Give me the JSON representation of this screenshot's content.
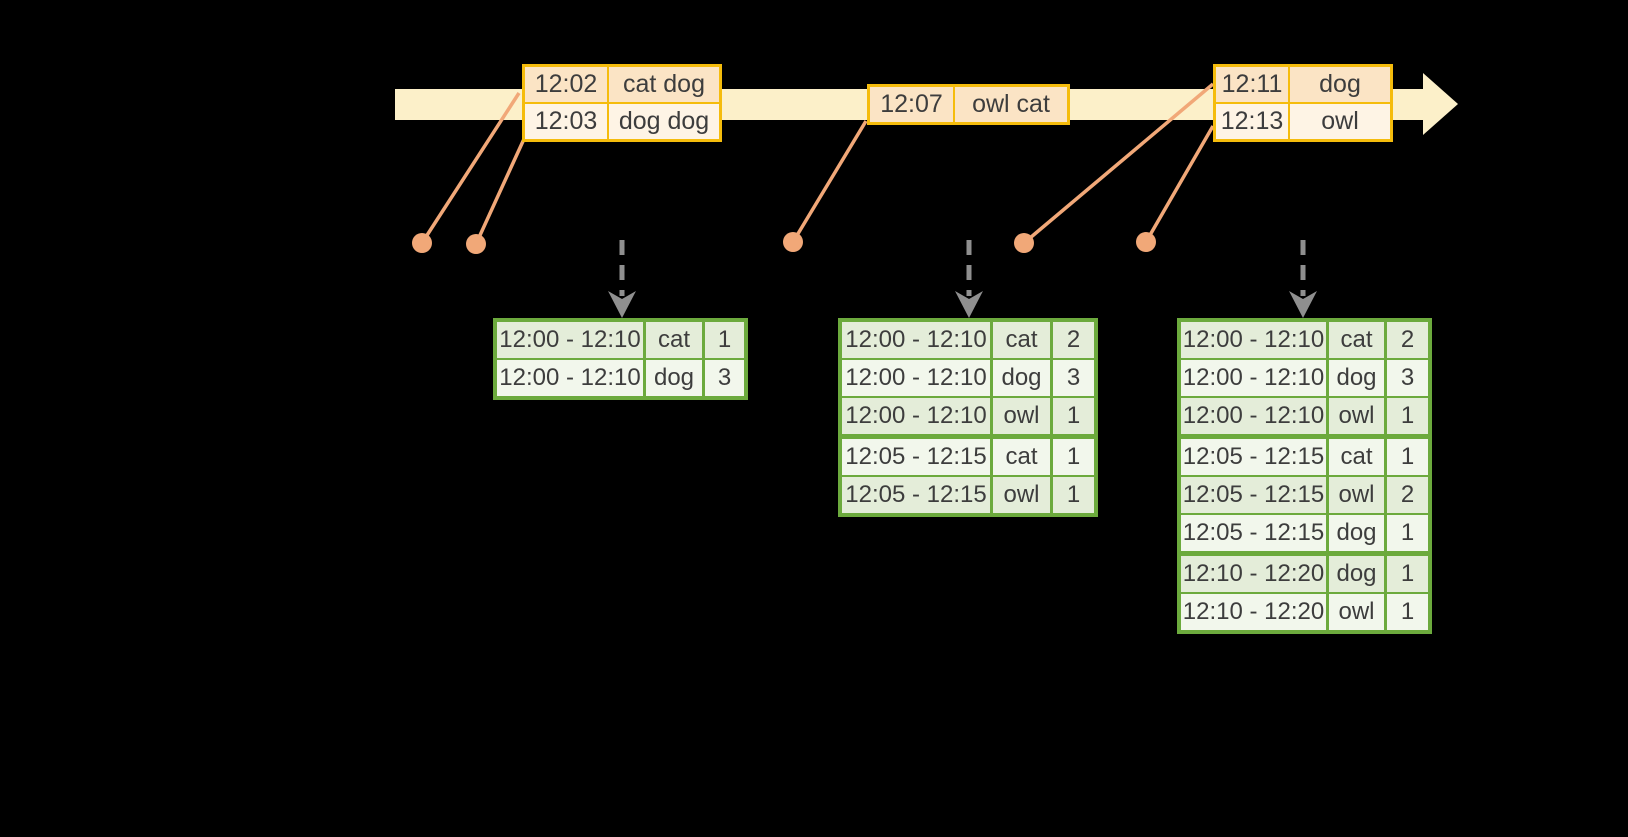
{
  "colors": {
    "bg": "#000000",
    "band": "#FCF0C9",
    "event-border": "#F5BC0C",
    "event-row-dark": "#FBE4C5",
    "event-row-light": "#FEF4E5",
    "connector": "#F1A878",
    "result-border": "#6CAA3D",
    "result-row-dark": "#E4EDD9",
    "result-row-light": "#F2F7EC",
    "trigger": "#8F8F8F",
    "text": "#3D3D3D"
  },
  "event_tables": [
    {
      "rows": [
        {
          "time": "12:02",
          "words": "cat dog"
        },
        {
          "time": "12:03",
          "words": "dog dog"
        }
      ]
    },
    {
      "rows": [
        {
          "time": "12:07",
          "words": "owl cat"
        }
      ]
    },
    {
      "rows": [
        {
          "time": "12:11",
          "words": "dog"
        },
        {
          "time": "12:13",
          "words": "owl"
        }
      ]
    }
  ],
  "result_tables": [
    {
      "rows": [
        {
          "window": "12:00 - 12:10",
          "word": "cat",
          "count": "1"
        },
        {
          "window": "12:00 - 12:10",
          "word": "dog",
          "count": "3"
        }
      ]
    },
    {
      "rows": [
        {
          "window": "12:00 - 12:10",
          "word": "cat",
          "count": "2"
        },
        {
          "window": "12:00 - 12:10",
          "word": "dog",
          "count": "3"
        },
        {
          "window": "12:00 - 12:10",
          "word": "owl",
          "count": "1"
        },
        {
          "window": "12:05 - 12:15",
          "word": "cat",
          "count": "1"
        },
        {
          "window": "12:05 - 12:15",
          "word": "owl",
          "count": "1"
        }
      ]
    },
    {
      "rows": [
        {
          "window": "12:00 - 12:10",
          "word": "cat",
          "count": "2"
        },
        {
          "window": "12:00 - 12:10",
          "word": "dog",
          "count": "3"
        },
        {
          "window": "12:00 - 12:10",
          "word": "owl",
          "count": "1"
        },
        {
          "window": "12:05 - 12:15",
          "word": "cat",
          "count": "1"
        },
        {
          "window": "12:05 - 12:15",
          "word": "owl",
          "count": "2"
        },
        {
          "window": "12:05 - 12:15",
          "word": "dog",
          "count": "1"
        },
        {
          "window": "12:10 - 12:20",
          "word": "dog",
          "count": "1"
        },
        {
          "window": "12:10 - 12:20",
          "word": "owl",
          "count": "1"
        }
      ]
    }
  ]
}
